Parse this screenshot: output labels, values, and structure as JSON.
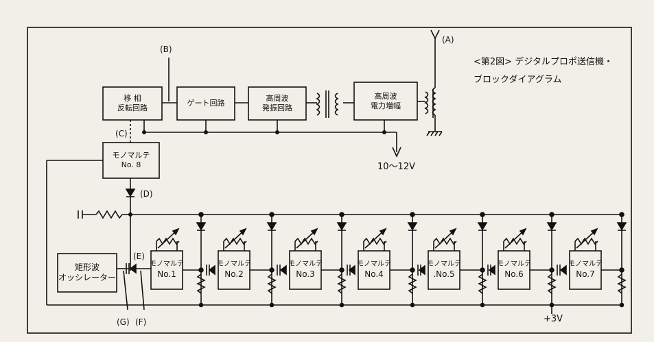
{
  "caption": {
    "heading": "<第2図>",
    "text": "デジタルプロポ送信機・ブロックダイアグラム"
  },
  "labels": {
    "A": "(A)",
    "B": "(B)",
    "C": "(C)",
    "D": "(D)",
    "E": "(E)",
    "F": "(F)",
    "G": "(G)",
    "supply_high": "10～12V",
    "supply_low": "+3V"
  },
  "blocks": {
    "phase": [
      "移 相",
      "反転回路"
    ],
    "gate": "ゲート回路",
    "osc": [
      "高周波",
      "発振回路"
    ],
    "amp": [
      "高周波",
      "電力増幅"
    ],
    "mono8": [
      "モノマルテ",
      "No. 8"
    ],
    "square": [
      "矩形波",
      "オッシレーター"
    ]
  },
  "monos": [
    {
      "name": "モノマルテ",
      "num": "No.1"
    },
    {
      "name": "モノマルテ",
      "num": "No.2"
    },
    {
      "name": "モノマルテ",
      "num": "No.3"
    },
    {
      "name": "モノマルテ",
      "num": "No.4"
    },
    {
      "name": "モノマルテ",
      "num": ".No.5"
    },
    {
      "name": "モノマルテ",
      "num": "No.6"
    },
    {
      "name": "モノマルテ",
      "num": "No.7"
    }
  ]
}
